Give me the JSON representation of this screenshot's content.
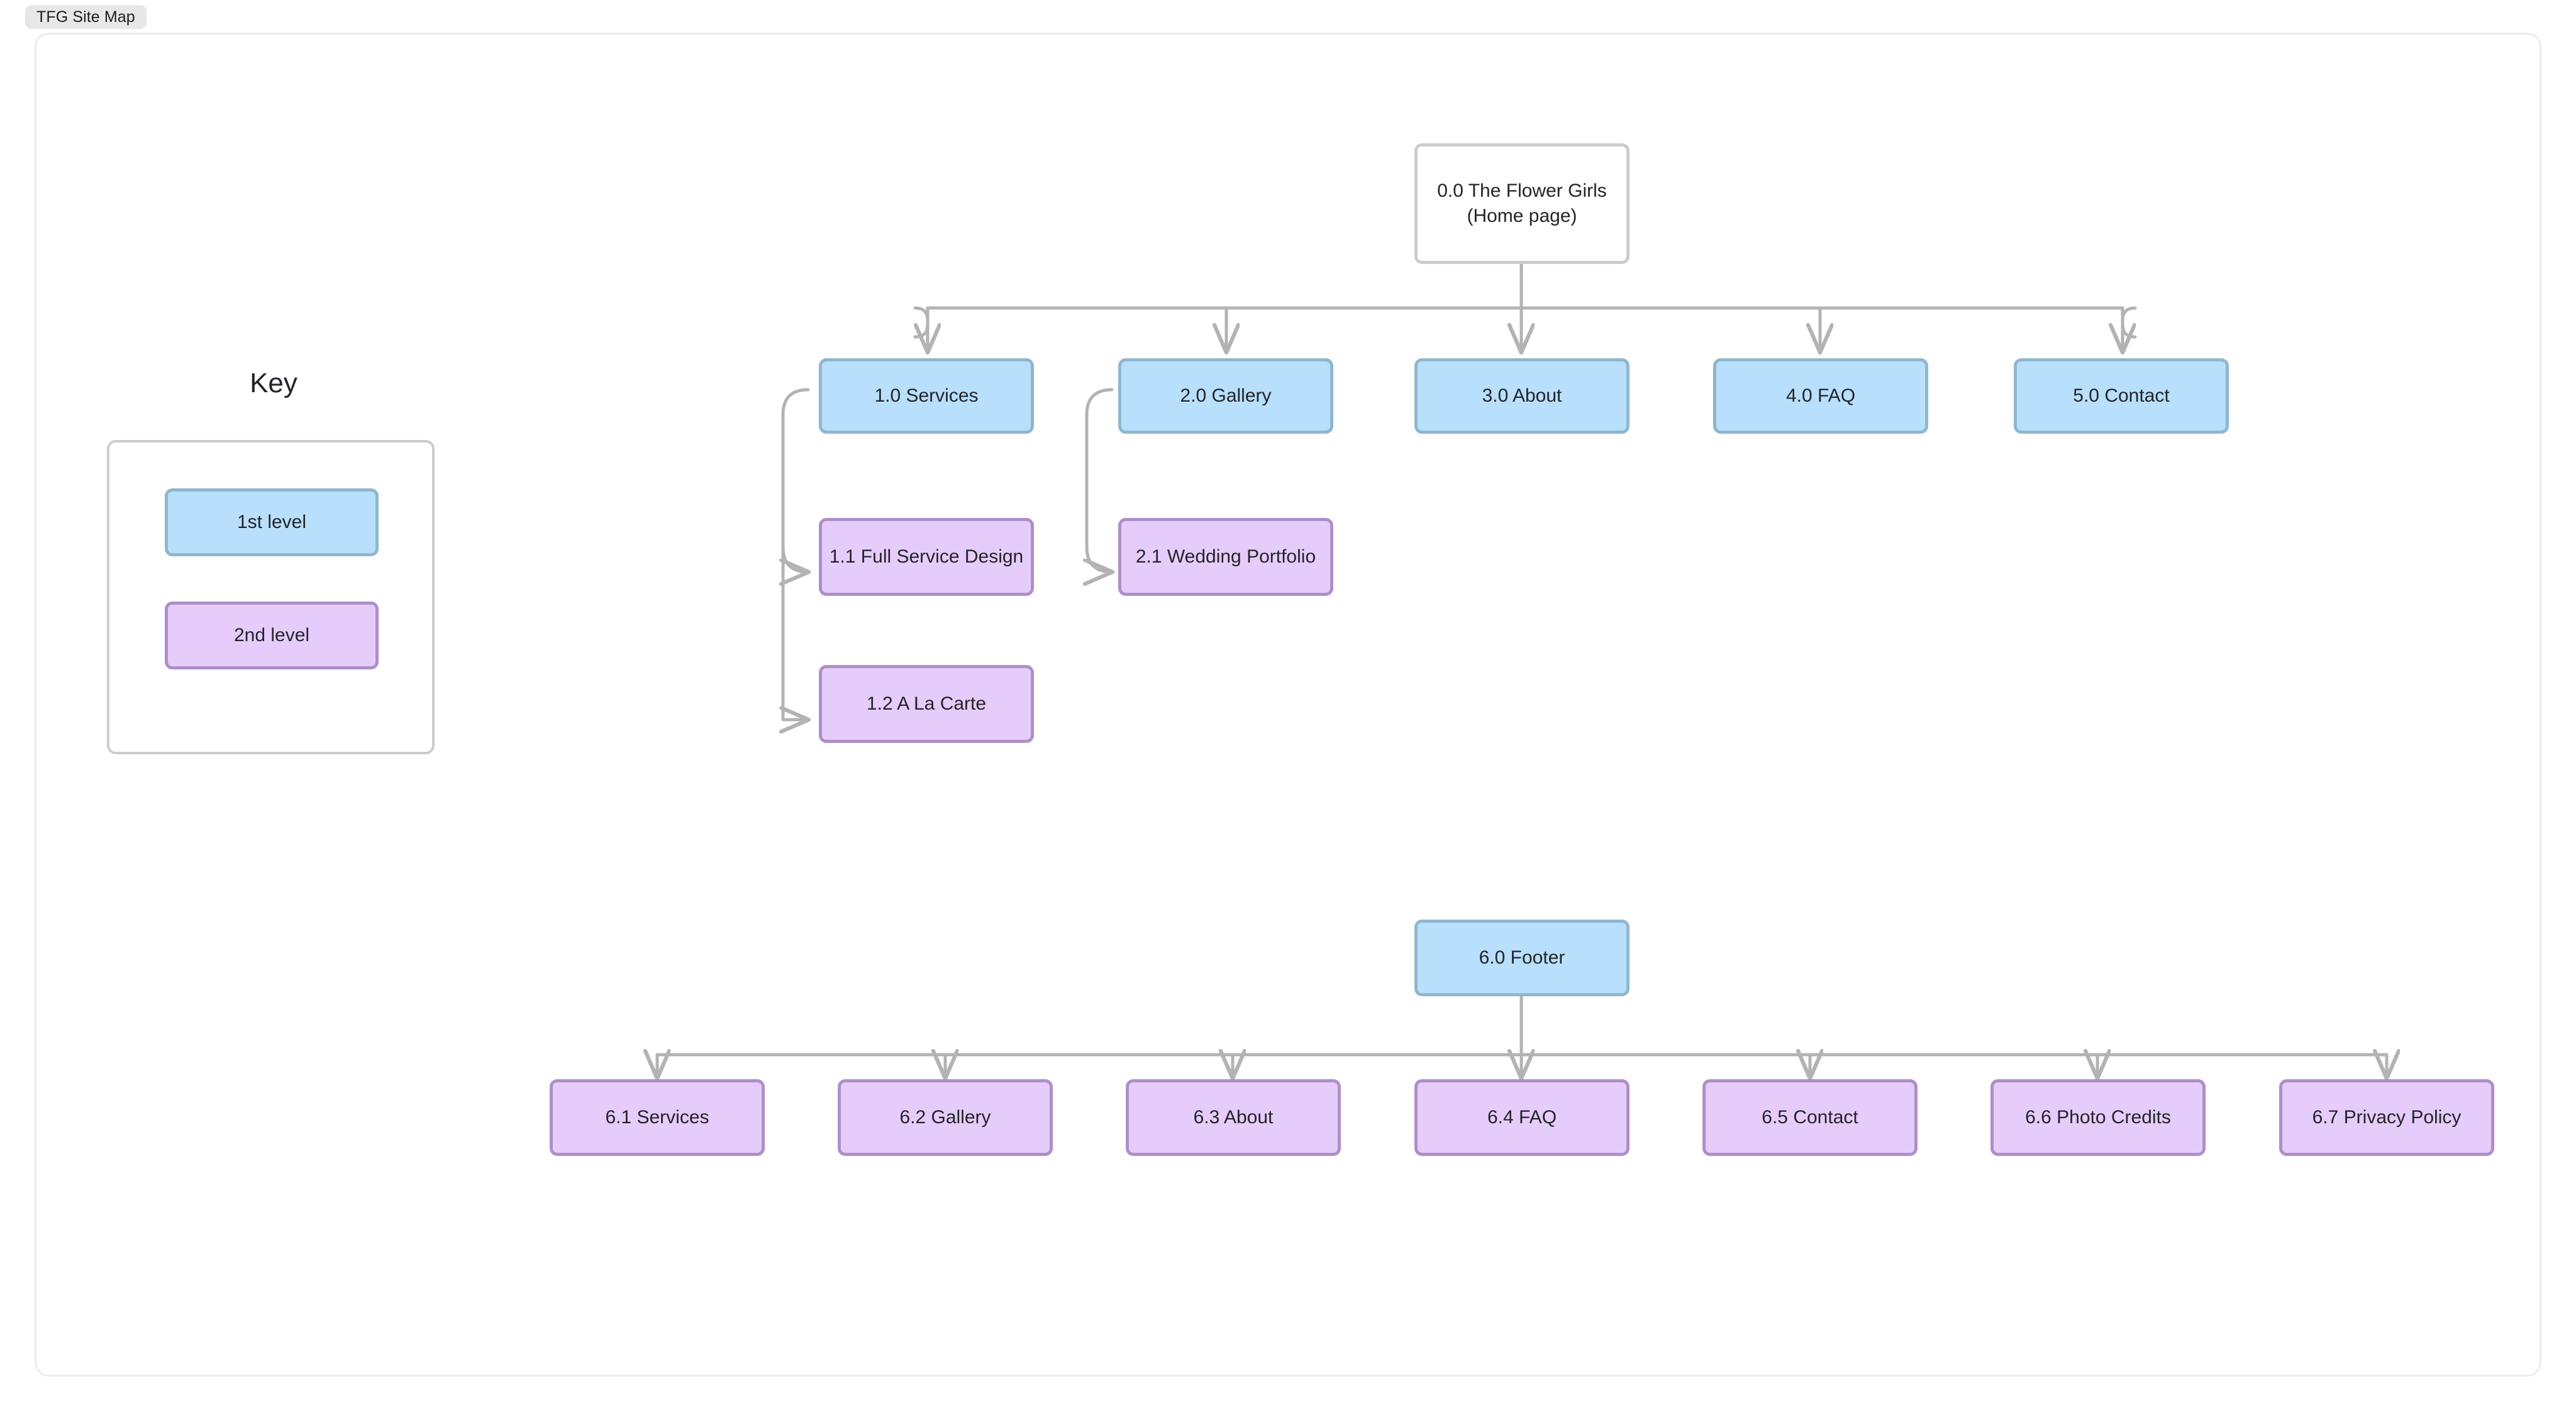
{
  "tab": {
    "label": "TFG Site Map"
  },
  "key": {
    "title": "Key",
    "swatches": [
      {
        "label": "1st level",
        "color": "#b8dffc",
        "border": "#8fb7cd"
      },
      {
        "label": "2nd level",
        "color": "#e6ccfa",
        "border": "#ae8fc9"
      }
    ]
  },
  "colors": {
    "level1_fill": "#b8dffc",
    "level1_border": "#8fb7cd",
    "level2_fill": "#e6ccfa",
    "level2_border": "#ae8fc9",
    "root_fill": "#ffffff",
    "root_border": "#cccccc",
    "connector": "#b3b3b3",
    "canvas_border": "#ececec",
    "tab_bg": "#e7e7e7",
    "text": "#22242a"
  },
  "diagram": {
    "type": "sitemap-tree",
    "root": {
      "id": "0.0",
      "label": "0.0 The Flower Girls (Home page)",
      "level": "root"
    },
    "nodes": [
      {
        "id": "0.0",
        "label": "0.0 The Flower Girls (Home page)",
        "level": "root",
        "parent": null
      },
      {
        "id": "1.0",
        "label": "1.0 Services",
        "level": "level1",
        "parent": "0.0"
      },
      {
        "id": "2.0",
        "label": "2.0 Gallery",
        "level": "level1",
        "parent": "0.0"
      },
      {
        "id": "3.0",
        "label": "3.0 About",
        "level": "level1",
        "parent": "0.0"
      },
      {
        "id": "4.0",
        "label": "4.0 FAQ",
        "level": "level1",
        "parent": "0.0"
      },
      {
        "id": "5.0",
        "label": "5.0 Contact",
        "level": "level1",
        "parent": "0.0"
      },
      {
        "id": "1.1",
        "label": "1.1 Full Service Design",
        "level": "level2",
        "parent": "1.0"
      },
      {
        "id": "1.2",
        "label": "1.2 A La Carte",
        "level": "level2",
        "parent": "1.0"
      },
      {
        "id": "2.1",
        "label": "2.1 Wedding Portfolio",
        "level": "level2",
        "parent": "2.0"
      },
      {
        "id": "6.0",
        "label": "6.0 Footer",
        "level": "level1",
        "parent": null
      },
      {
        "id": "6.1",
        "label": "6.1 Services",
        "level": "level2",
        "parent": "6.0"
      },
      {
        "id": "6.2",
        "label": "6.2 Gallery",
        "level": "level2",
        "parent": "6.0"
      },
      {
        "id": "6.3",
        "label": "6.3 About",
        "level": "level2",
        "parent": "6.0"
      },
      {
        "id": "6.4",
        "label": "6.4 FAQ",
        "level": "level2",
        "parent": "6.0"
      },
      {
        "id": "6.5",
        "label": "6.5 Contact",
        "level": "level2",
        "parent": "6.0"
      },
      {
        "id": "6.6",
        "label": "6.6 Photo Credits",
        "level": "level2",
        "parent": "6.0"
      },
      {
        "id": "6.7",
        "label": "6.7 Privacy Policy",
        "level": "level2",
        "parent": "6.0"
      }
    ]
  }
}
